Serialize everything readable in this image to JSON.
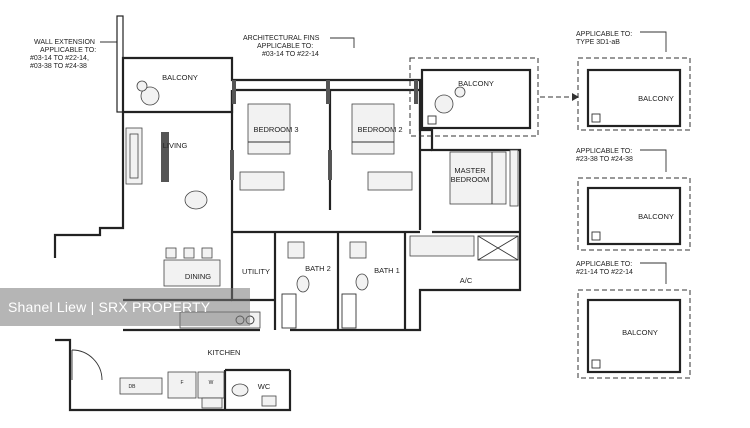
{
  "notes": {
    "wall_extension": [
      "WALL EXTENSION",
      "APPLICABLE TO:",
      "#03-14 TO #22-14,",
      "#03-38 TO #24-38"
    ],
    "architectural_fins": [
      "ARCHITECTURAL FINS",
      "APPLICABLE TO:",
      "#03-14 TO #22-14"
    ],
    "variant_a": [
      "APPLICABLE TO:",
      "TYPE 3D1-aB"
    ],
    "variant_b": [
      "APPLICABLE TO:",
      "#23-38 TO #24-38"
    ],
    "variant_c": [
      "APPLICABLE TO:",
      "#21-14 TO #22-14"
    ]
  },
  "rooms": {
    "balcony_left": "BALCONY",
    "balcony_right": "BALCONY",
    "living": "LIVING",
    "bedroom3": "BEDROOM 3",
    "bedroom2": "BEDROOM 2",
    "master_bedroom": [
      "MASTER",
      "BEDROOM"
    ],
    "dining": "DINING",
    "utility": "UTILITY",
    "bath2": "BATH 2",
    "bath1": "BATH 1",
    "ac": "A/C",
    "kitchen": "KITCHEN",
    "wc": "WC",
    "db": "DB",
    "fridge": "F",
    "washer": "W"
  },
  "variants": {
    "a_label": "BALCONY",
    "b_label": "BALCONY",
    "c_label": "BALCONY"
  },
  "watermark": "Shanel Liew | SRX PROPERTY"
}
